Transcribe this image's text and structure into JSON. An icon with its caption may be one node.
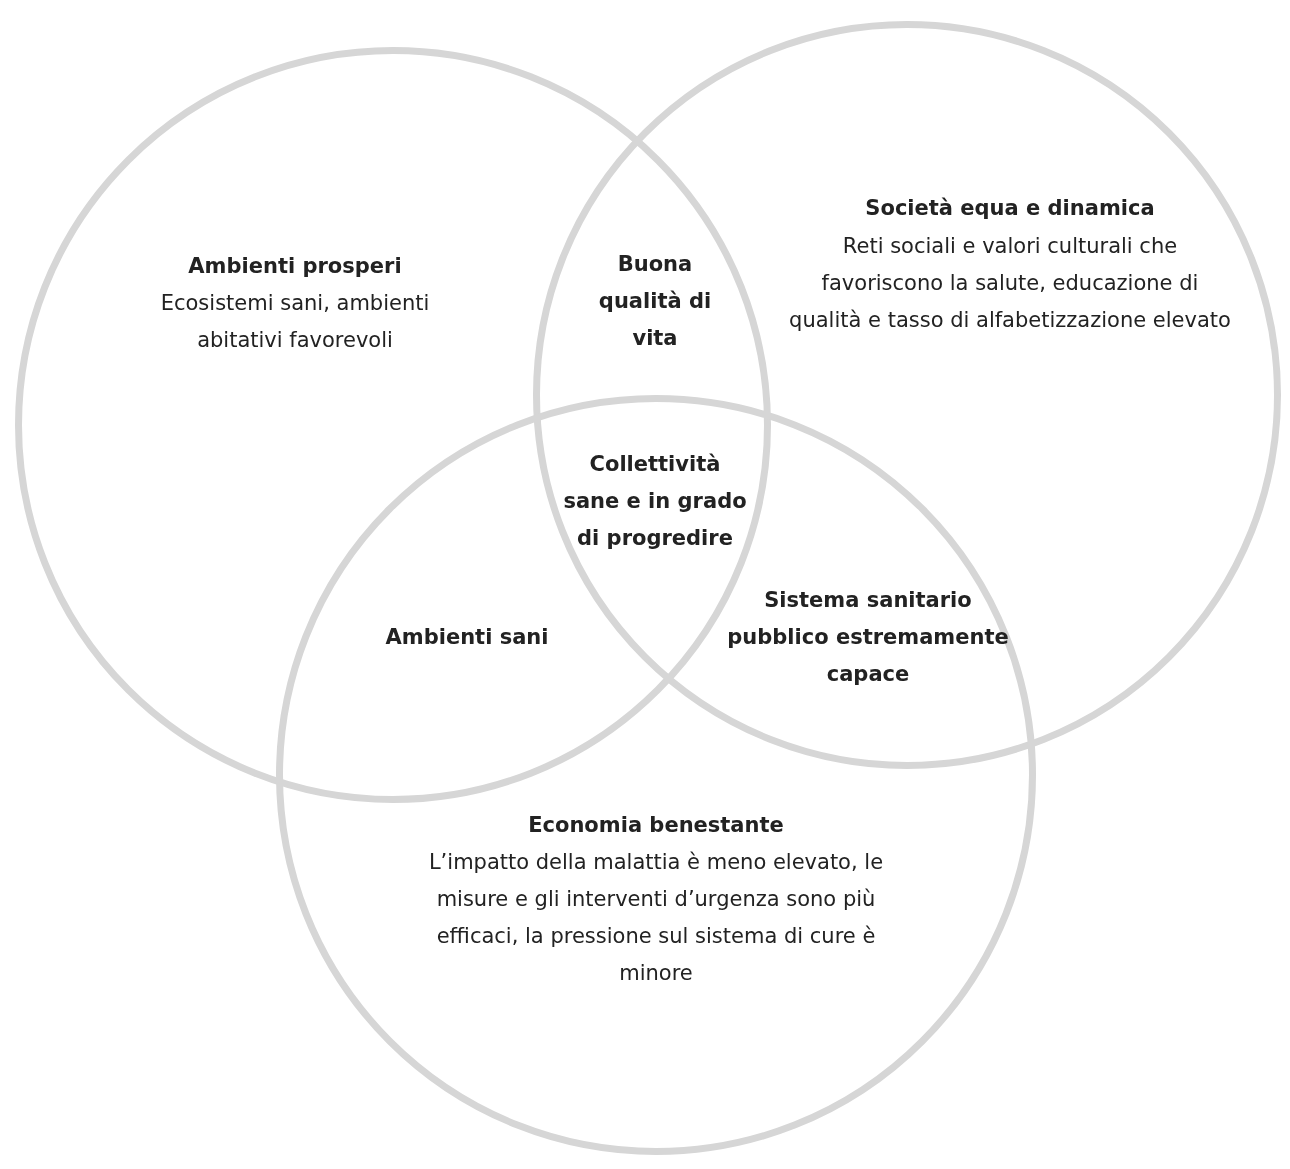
{
  "diagram": {
    "nodes": [
      {
        "text": [
          "Ambienti prosperi",
          "Ecosistemi sani, ambienti abitativi favorevoli"
        ]
      },
      {
        "text": [
          "Società equa e dinamica",
          "Reti sociali e valori culturali che favoriscono la salute, educazione di qualità e tasso di alfabetizzazione elevato"
        ]
      },
      {
        "text": [
          "Economia benestante",
          "L’impatto della malattia è meno elevato, le misure e gli interventi d’urgenza sono più efficaci, la pressione sul sistema di cure è minore"
        ]
      }
    ],
    "labels": [
      "Buona qualità di vita",
      "Collettività sane e in grado di progredire",
      "Ambienti sani",
      "Sistema sanitario pubblico estremamente capace"
    ]
  }
}
